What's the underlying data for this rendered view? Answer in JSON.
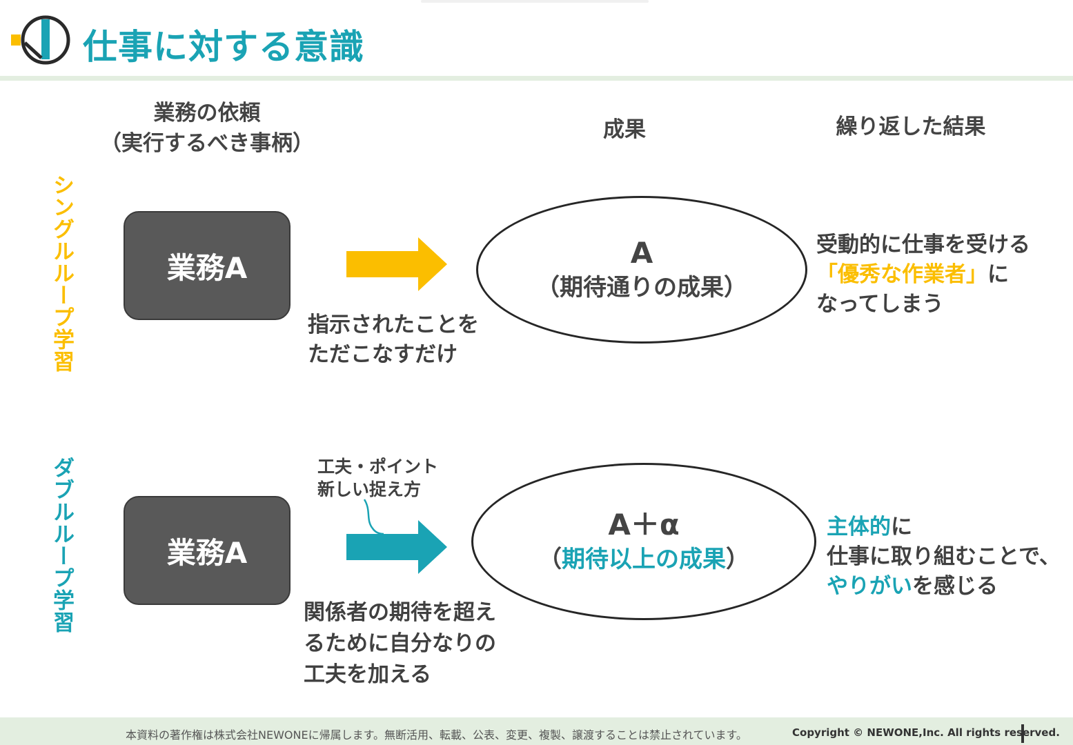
{
  "header": {
    "title": "仕事に対する意識"
  },
  "columns": {
    "request_line1": "業務の依頼",
    "request_line2": "（実行するべき事柄）",
    "result": "成果",
    "repeat_result": "繰り返した結果"
  },
  "single_loop": {
    "label": "シングルループ学習",
    "task": "業務A",
    "note_line1": "指示されたことを",
    "note_line2": "ただこなすだけ",
    "result_main": "A",
    "result_sub": "（期待通りの成果）",
    "outcome_line1": "受動的に仕事を受ける",
    "outcome_highlight": "「優秀な作業者」",
    "outcome_line2_suffix": "に",
    "outcome_line3": "なってしまう"
  },
  "double_loop": {
    "label": "ダブルループ学習",
    "task": "業務A",
    "callout_line1": "工夫・ポイント",
    "callout_line2": "新しい捉え方",
    "note_line1": "関係者の期待を超え",
    "note_line2": "るために自分なりの",
    "note_line3": "工夫を加える",
    "result_main": "A＋α",
    "result_paren_open": "（",
    "result_sub_highlight": "期待以上の成果",
    "result_paren_close": "）",
    "outcome_highlight1": "主体的",
    "outcome_line1_suffix": "に",
    "outcome_line2": "仕事に取り組むことで、",
    "outcome_highlight2": "やりがい",
    "outcome_line3_suffix": "を感じる"
  },
  "footer": {
    "notice": "本資料の著作権は株式会社NEWONEに帰属します。無断活用、転載、公表、変更、複製、譲渡することは禁止されています。",
    "copyright": "Copyright © NEWONE,Inc.  All rights reserved."
  },
  "colors": {
    "teal": "#1aa3b4",
    "yellow": "#fbbe00",
    "box": "#595959",
    "footer_band": "#e3eee0"
  }
}
